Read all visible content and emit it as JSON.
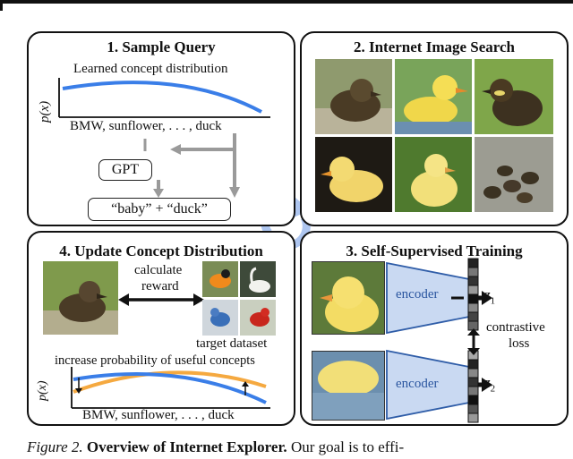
{
  "panel1": {
    "title": "1. Sample Query",
    "subtitle": "Learned concept distribution",
    "ylabel": "p(x)",
    "axis_label": "BMW, sunflower, . . . , duck",
    "gpt_label": "GPT",
    "query_label": "“baby” + “duck”"
  },
  "panel2": {
    "title": "2. Internet Image Search",
    "images": [
      "duckling",
      "duckling",
      "duckling",
      "duckling",
      "duckling",
      "ducklings"
    ]
  },
  "panel3": {
    "title": "3. Self-Supervised Training",
    "encoder_top": "encoder",
    "encoder_bottom": "encoder",
    "z1": "z",
    "z1_sub": "1",
    "z2": "z",
    "z2_sub": "2",
    "loss_line1": "contrastive",
    "loss_line2": "loss"
  },
  "panel4": {
    "title": "4. Update Concept Distribution",
    "reward_line1": "calculate",
    "reward_line2": "reward",
    "target_label": "target dataset",
    "increase_label": "increase probability of useful concepts",
    "ylabel": "p(x)",
    "axis_label": "BMW, sunflower, . . . , duck"
  },
  "caption": {
    "figure": "Figure 2.",
    "title": "Overview of Internet Explorer.",
    "text": "Our goal is to effi-"
  },
  "colors": {
    "blue_curve": "#3a7ee8",
    "orange_curve": "#f5a940",
    "encoder_fill": "#c9d9f2",
    "encoder_stroke": "#2f5da8",
    "encoder_text": "#2b56a0",
    "arrow_gray": "#9a9a9a",
    "cycle_blue": "#aec6f0"
  }
}
